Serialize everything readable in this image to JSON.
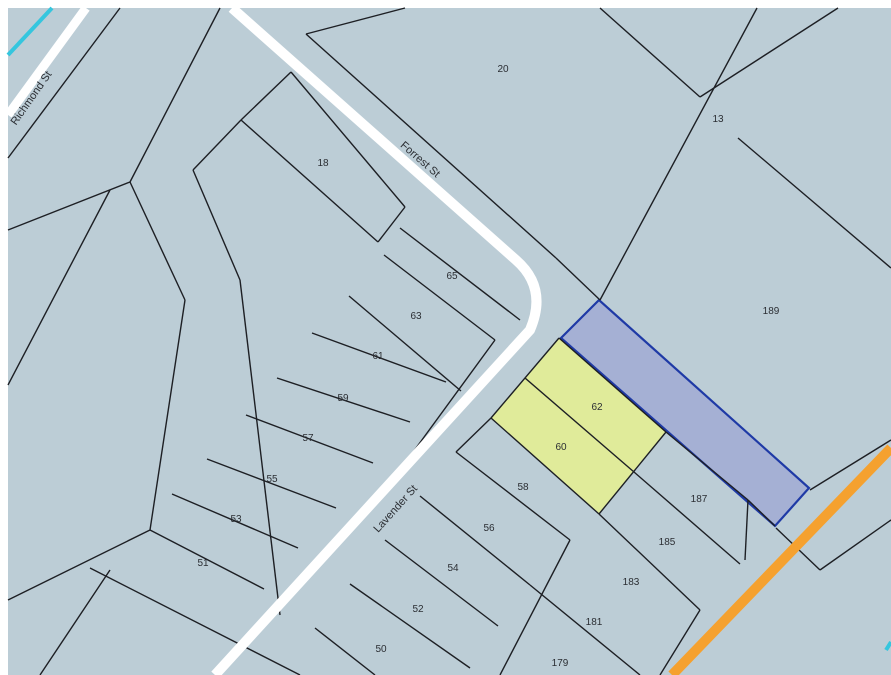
{
  "colors": {
    "parcel_fill": "#bccdd6",
    "parcel_line": "#1d1f24",
    "road_white": "#ffffff",
    "highlight_yellow": "#e0eb9a",
    "highlight_blue": "#a5b0d4",
    "highlight_blue_border": "#1f3aa6",
    "rail_orange": "#f5a12f",
    "water_cyan": "#35c6de"
  },
  "streets": {
    "richmond": "Richmond St",
    "forrest": "Forrest St",
    "lavender": "Lavender St"
  },
  "parcels": {
    "p20": "20",
    "p13": "13",
    "p18": "18",
    "p65": "65",
    "p63": "63",
    "p61": "61",
    "p59": "59",
    "p57": "57",
    "p55": "55",
    "p53": "53",
    "p51": "51",
    "p189": "189",
    "p62": "62",
    "p60": "60",
    "p58": "58",
    "p56": "56",
    "p54": "54",
    "p52": "52",
    "p50": "50",
    "p187": "187",
    "p185": "185",
    "p183": "183",
    "p181": "181",
    "p179": "179"
  }
}
